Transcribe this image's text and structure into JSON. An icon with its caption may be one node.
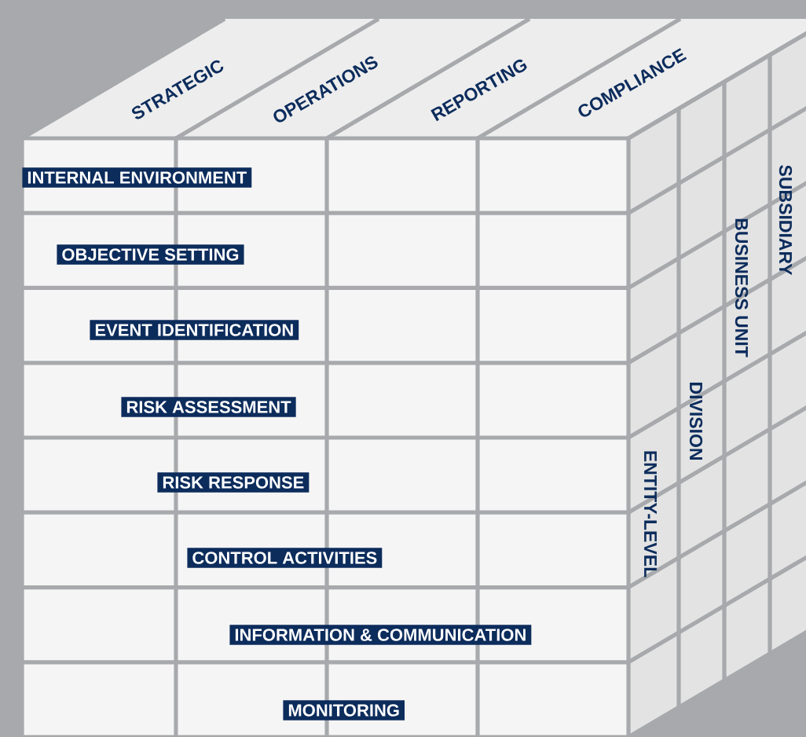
{
  "diagram": {
    "nodes": [
      {
        "text": [
          "INTERNAL ENVIRONMENT"
        ]
      },
      {
        "text": [
          "OBJECTIVE SETTING"
        ]
      },
      {
        "text": [
          "EVENT IDENTIFICATION"
        ]
      },
      {
        "text": [
          "RISK ASSESSMENT"
        ]
      },
      {
        "text": [
          "RISK RESPONSE"
        ]
      },
      {
        "text": [
          "CONTROL ACTIVITIES"
        ]
      },
      {
        "text": [
          "INFORMATION & COMMUNICATION"
        ]
      },
      {
        "text": [
          "MONITORING"
        ]
      }
    ],
    "labels": [
      "STRATEGIC",
      "OPERATIONS",
      "REPORTING",
      "COMPLIANCE",
      "SUBSIDIARY",
      "BUSINESS UNIT",
      "DIVISION",
      "ENTITY-LEVEL"
    ]
  }
}
